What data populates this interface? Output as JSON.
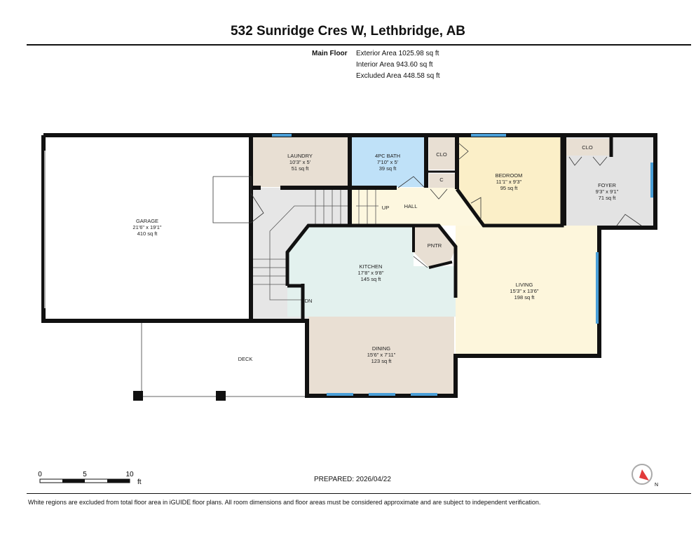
{
  "title": "532 Sunridge Cres W, Lethbridge, AB",
  "floor": {
    "name": "Main Floor",
    "stats": [
      "Exterior Area 1025.98 sq ft",
      "Interior Area 943.60 sq ft",
      "Excluded Area 448.58 sq ft"
    ]
  },
  "rooms": {
    "garage": [
      "GARAGE",
      "21'6\" x 19'1\"",
      "410 sq ft"
    ],
    "laundry": [
      "LAUNDRY",
      "10'3\" x 5'",
      "51 sq ft"
    ],
    "bath": [
      "4PC BATH",
      "7'10\" x 5'",
      "39 sq ft"
    ],
    "clo1": [
      "CLO"
    ],
    "c": [
      "C"
    ],
    "bedroom": [
      "BEDROOM",
      "11'1\" x 9'3\"",
      "95 sq ft"
    ],
    "foyer": [
      "FOYER",
      "9'3\" x 9'1\"",
      "71 sq ft"
    ],
    "clo2": [
      "CLO"
    ],
    "hall": [
      "HALL"
    ],
    "up": [
      "UP"
    ],
    "dn": [
      "DN"
    ],
    "pantry": [
      "PNTR"
    ],
    "kitchen": [
      "KITCHEN",
      "17'8\" x 9'8\"",
      "145 sq ft"
    ],
    "living": [
      "LIVING",
      "15'3\" x 13'6\"",
      "198 sq ft"
    ],
    "dining": [
      "DINING",
      "15'6\" x 7'11\"",
      "123 sq ft"
    ],
    "deck": [
      "DECK"
    ]
  },
  "scale": {
    "labels": [
      "0",
      "5",
      "10"
    ],
    "unit": "ft"
  },
  "compass": {
    "label": "N"
  },
  "prepared": "PREPARED: 2026/04/22",
  "footer": "White regions are excluded from total floor area in iGUIDE floor plans. All room dimensions and floor areas must be considered approximate and are subject to independent verification.",
  "colors": {
    "wall": "#111111",
    "window": "#4a9fd8",
    "laundry": "#e8dfd3",
    "bath": "#bfe1f8",
    "bedroom": "#fbefc8",
    "foyer": "#e3e3e3",
    "hall": "#fdf7df",
    "kitchen": "#e3f1ee",
    "living": "#fdf6dc",
    "dining": "#e9dfd3",
    "stairs": "#e6e6e6"
  }
}
